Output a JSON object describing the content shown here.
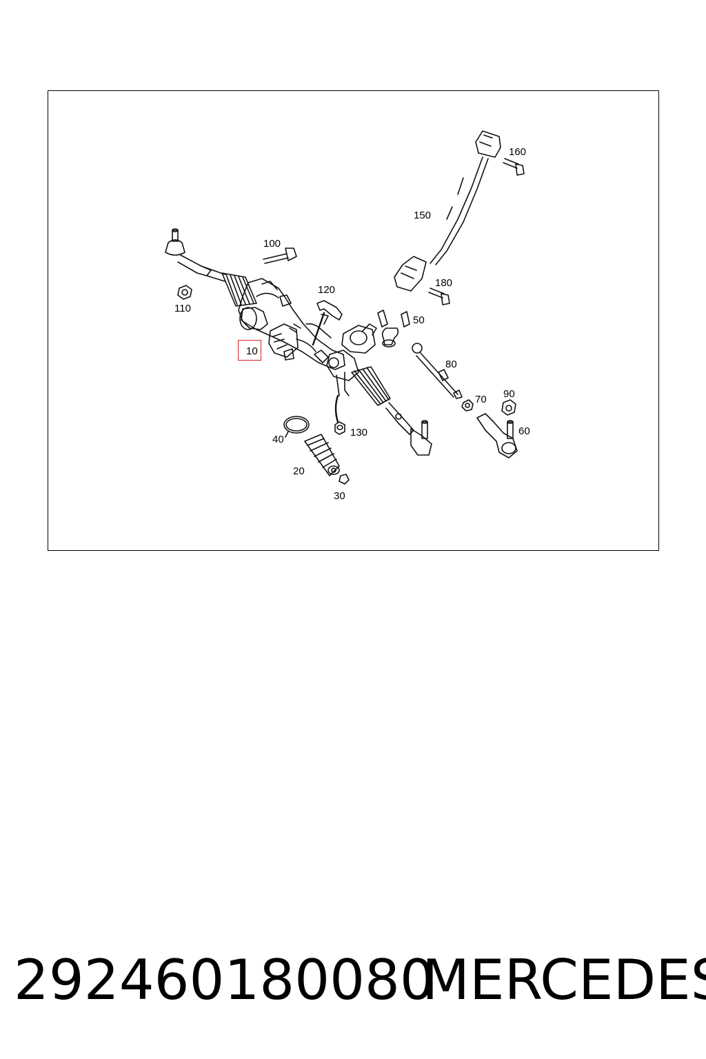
{
  "diagram": {
    "highlight_color": "#d42020",
    "callouts": {
      "c10": "10",
      "c20": "20",
      "c30": "30",
      "c40": "40",
      "c50": "50",
      "c60": "60",
      "c70": "70",
      "c80": "80",
      "c90": "90",
      "c100": "100",
      "c110": "110",
      "c120": "120",
      "c130": "130",
      "c150": "150",
      "c160": "160",
      "c180": "180"
    },
    "highlighted_callout": "10"
  },
  "caption": {
    "part_number": "292460180080",
    "brand": "MERCEDES"
  }
}
